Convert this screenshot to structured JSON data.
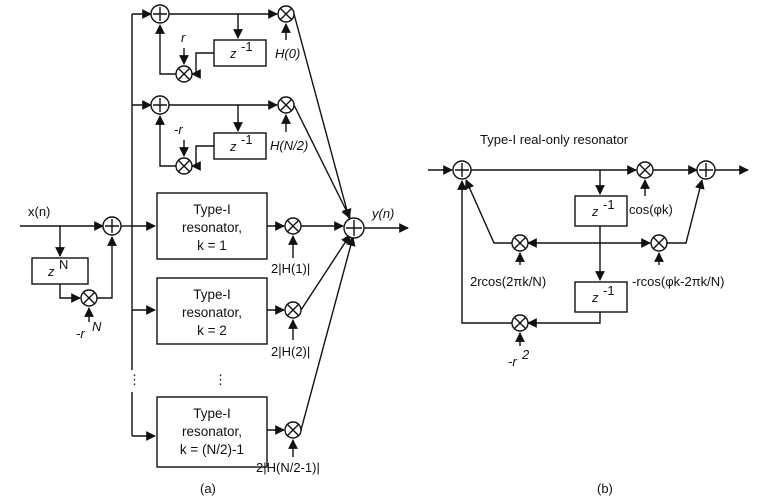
{
  "diagram_a": {
    "caption": "(a)",
    "input_label": "x(n)",
    "output_label": "y(n)",
    "comb_delay": "z",
    "comb_delay_exp": "N",
    "comb_gain": "-r",
    "comb_gain_exp": "N",
    "res0": {
      "delay": "z",
      "delay_exp": "-1",
      "feedback": "r",
      "gain": "H(0)"
    },
    "res_half": {
      "delay": "z",
      "delay_exp": "-1",
      "feedback": "-r",
      "gain": "H(N/2)"
    },
    "resonators": [
      {
        "line1": "Type-I",
        "line2": "resonator,",
        "line3": "k = 1",
        "gain": "2|H(1)|"
      },
      {
        "line1": "Type-I",
        "line2": "resonator,",
        "line3": "k = 2",
        "gain": "2|H(2)|"
      },
      {
        "line1": "Type-I",
        "line2": "resonator,",
        "line3": "k = (N/2)-1",
        "gain": "2|H(N/2-1)|"
      }
    ],
    "ellipsis": "⋮"
  },
  "diagram_b": {
    "caption": "(b)",
    "title": "Type-I real-only resonator",
    "delay1": "z",
    "delay1_exp": "-1",
    "delay2": "z",
    "delay2_exp": "-1",
    "cos_phi": "cos(φk)",
    "coef_a": "2rcos(2πk/N)",
    "coef_b": "-rcos(φk-2πk/N)",
    "coef_c": "-r",
    "coef_c_exp": "2"
  }
}
